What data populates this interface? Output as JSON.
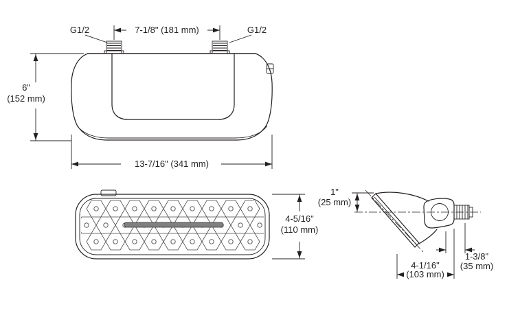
{
  "front_view": {
    "thread_left": "G1/2",
    "thread_right": "G1/2",
    "inlet_spacing": "7-1/8\" (181 mm)",
    "height_in": "6\"",
    "height_mm": "(152 mm)",
    "overall_width": "13-7/16\" (341 mm)"
  },
  "bottom_view": {
    "depth_in": "4-5/16\"",
    "depth_mm": "(110 mm)"
  },
  "side_view": {
    "offset_in": "1\"",
    "offset_mm": "(25 mm)",
    "projection_in": "4-1/16\"",
    "projection_mm": "(103 mm)",
    "connector_in": "1-3/8\"",
    "connector_mm": "(35 mm)"
  }
}
